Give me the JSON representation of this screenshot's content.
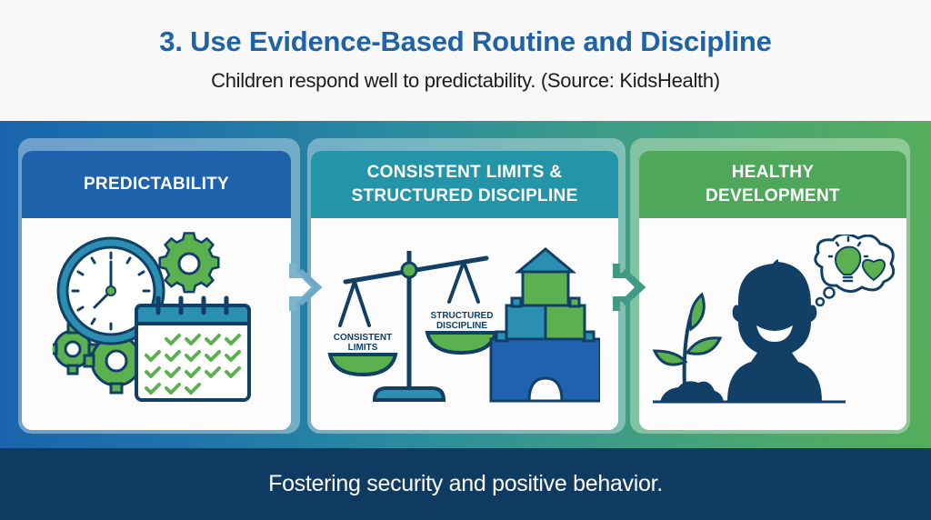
{
  "header": {
    "title": "3. Use Evidence-Based Routine and Discipline",
    "subtitle": "Children respond well to predictability. (Source: KidsHealth)"
  },
  "colors": {
    "title": "#1f62a6",
    "panel1_header": "#1d62ab",
    "panel2_header": "#2494a8",
    "panel3_header": "#4fa75c",
    "footer_bg": "#0f3b63",
    "icon_navy": "#123f66",
    "icon_green": "#5bb04f",
    "icon_teal": "#2a8fb0"
  },
  "panels": [
    {
      "id": "predictability",
      "title_lines": [
        "PREDICTABILITY"
      ],
      "illustration": {
        "icons": [
          "clock-icon",
          "gear-icon",
          "gear-icon",
          "gear-icon",
          "calendar-icon"
        ],
        "calendar_checks_per_row": [
          4,
          5,
          5,
          3
        ]
      }
    },
    {
      "id": "consistent-limits",
      "title_lines": [
        "CONSISTENT LIMITS &",
        "STRUCTURED DISCIPLINE"
      ],
      "illustration": {
        "icons": [
          "balance-scale-icon",
          "building-blocks-icon"
        ],
        "scale_left_label_lines": [
          "CONSISTENT",
          "LIMITS"
        ],
        "scale_right_label_lines": [
          "STRUCTURED",
          "DISCIPLINE"
        ]
      }
    },
    {
      "id": "healthy-development",
      "title_lines": [
        "HEALTHY",
        "DEVELOPMENT"
      ],
      "illustration": {
        "icons": [
          "sprout-icon",
          "child-silhouette-icon",
          "thought-bubble-icon",
          "lightbulb-icon",
          "heart-icon"
        ]
      }
    }
  ],
  "connectors": [
    "arrow-right-icon",
    "arrow-right-icon"
  ],
  "footer": {
    "text": "Fostering security and positive behavior."
  }
}
